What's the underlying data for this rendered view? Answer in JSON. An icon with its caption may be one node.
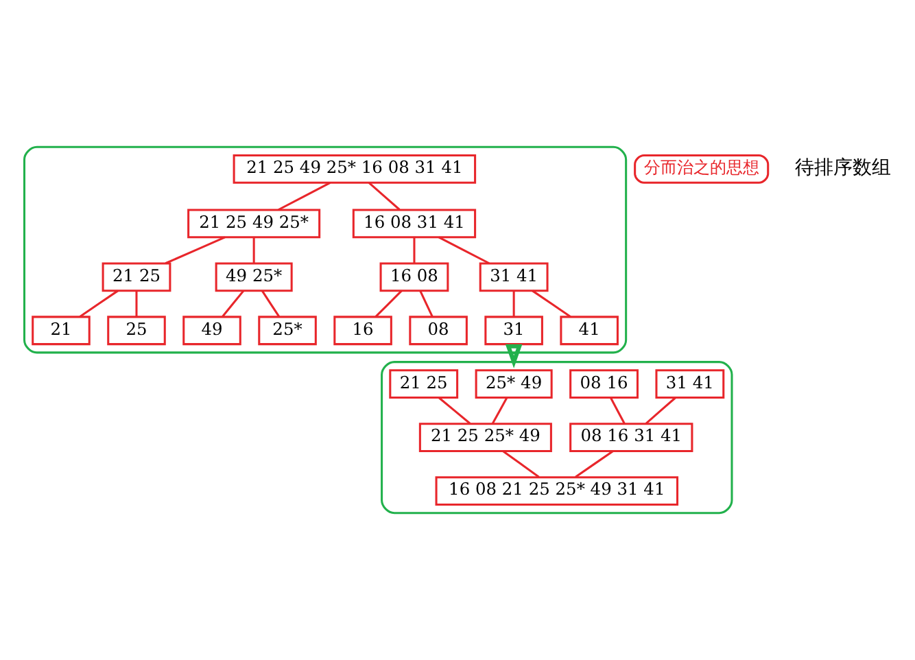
{
  "diagram": {
    "nodes": [
      {
        "text": [],
        "shape": "box"
      },
      {
        "text": [
          "21 25 49 25* 16 08 31 41"
        ],
        "in": 0
      },
      {
        "text": [
          "21 25 49 25*"
        ],
        "in": 0
      },
      {
        "text": [
          "16 08 31 41"
        ],
        "in": 0
      },
      {
        "text": [
          "21 25"
        ],
        "in": 0
      },
      {
        "text": [
          "49 25*"
        ],
        "in": 0
      },
      {
        "text": [
          "16 08"
        ],
        "in": 0
      },
      {
        "text": [
          "31 41"
        ],
        "in": 0
      },
      {
        "text": [
          "21"
        ],
        "in": 0
      },
      {
        "text": [
          "25"
        ],
        "in": 0
      },
      {
        "text": [
          "49"
        ],
        "in": 0
      },
      {
        "text": [
          "25*"
        ],
        "in": 0
      },
      {
        "text": [
          "16"
        ],
        "in": 0
      },
      {
        "text": [
          "08"
        ],
        "in": 0
      },
      {
        "text": [
          "31"
        ],
        "in": 0
      },
      {
        "text": [
          "41"
        ],
        "in": 0
      },
      {
        "text": [],
        "shape": "box"
      },
      {
        "text": [
          "21 25"
        ],
        "in": 16
      },
      {
        "text": [
          "25* 49"
        ],
        "in": 16
      },
      {
        "text": [
          "08 16"
        ],
        "in": 16
      },
      {
        "text": [
          "31 41"
        ],
        "in": 16
      },
      {
        "text": [
          "21 25 25* 49"
        ],
        "in": 16
      },
      {
        "text": [
          "08 16 31 41"
        ],
        "in": 16
      },
      {
        "text": [
          "16 08 21 25 25* 49 31 41"
        ],
        "in": 16
      },
      {
        "text": [
          "分而治之的思想"
        ]
      }
    ],
    "edges": [
      {
        "from": 1,
        "to": 2,
        "arrow": "none"
      },
      {
        "from": 1,
        "to": 3,
        "arrow": "none"
      },
      {
        "from": 2,
        "to": 4,
        "arrow": "none"
      },
      {
        "from": 2,
        "to": 5,
        "arrow": "none"
      },
      {
        "from": 3,
        "to": 6,
        "arrow": "none"
      },
      {
        "from": 3,
        "to": 7,
        "arrow": "none"
      },
      {
        "from": 4,
        "to": 8,
        "arrow": "none"
      },
      {
        "from": 4,
        "to": 9,
        "arrow": "none"
      },
      {
        "from": 5,
        "to": 10,
        "arrow": "none"
      },
      {
        "from": 5,
        "to": 11,
        "arrow": "none"
      },
      {
        "from": 6,
        "to": 12,
        "arrow": "none"
      },
      {
        "from": 6,
        "to": 13,
        "arrow": "none"
      },
      {
        "from": 7,
        "to": 14,
        "arrow": "none"
      },
      {
        "from": 7,
        "to": 15,
        "arrow": "none"
      },
      {
        "from": 0,
        "to": 16,
        "arrow": "to",
        "style": "thick",
        "color": "#22b14c"
      },
      {
        "from": 17,
        "to": 21,
        "arrow": "none"
      },
      {
        "from": 18,
        "to": 21,
        "arrow": "none"
      },
      {
        "from": 19,
        "to": 22,
        "arrow": "none"
      },
      {
        "from": 20,
        "to": 22,
        "arrow": "none"
      },
      {
        "from": 21,
        "to": 23,
        "arrow": "none"
      },
      {
        "from": 22,
        "to": 23,
        "arrow": "none"
      }
    ],
    "labels": [
      "待排序数组"
    ]
  }
}
